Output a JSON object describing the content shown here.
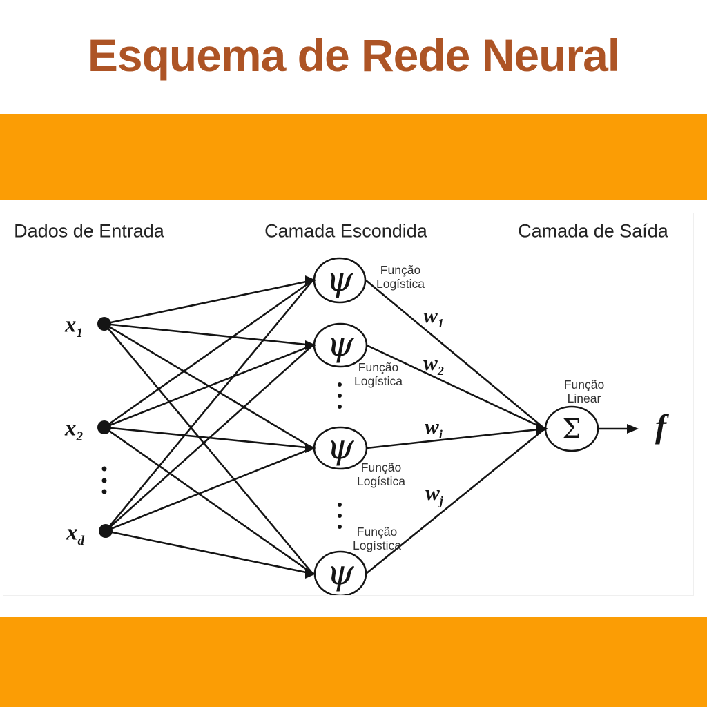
{
  "title": "Esquema de Rede Neural",
  "colors": {
    "band": "#FB9D05",
    "title": "#AD5425",
    "ink": "#141414"
  },
  "headers": {
    "input": "Dados de Entrada",
    "hidden": "Camada Escondida",
    "output": "Camada de Saída"
  },
  "inputs": [
    {
      "base": "x",
      "sub": "1"
    },
    {
      "base": "x",
      "sub": "2"
    },
    {
      "base": "x",
      "sub": "d"
    }
  ],
  "hidden_symbol": "ψ",
  "func_labels": [
    {
      "l1": "Função",
      "l2": "Logística"
    },
    {
      "l1": "Função",
      "l2": "Logística"
    },
    {
      "l1": "Função",
      "l2": "Logística"
    },
    {
      "l1": "Função",
      "l2": "Logística"
    }
  ],
  "weights": [
    {
      "base": "w",
      "sub": "1"
    },
    {
      "base": "w",
      "sub": "2"
    },
    {
      "base": "w",
      "sub": "i"
    },
    {
      "base": "w",
      "sub": "j"
    }
  ],
  "output": {
    "symbol": "Σ",
    "func_l1": "Função",
    "func_l2": "Linear",
    "result": "f"
  }
}
